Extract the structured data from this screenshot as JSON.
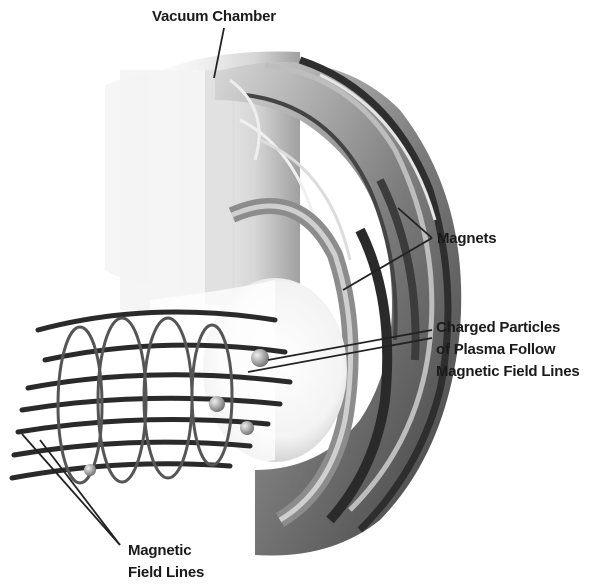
{
  "labels": {
    "vacuum_chamber": "Vacuum Chamber",
    "magnets": "Magnets",
    "charged_particles": [
      "Charged Particles",
      "of Plasma Follow",
      "Magnetic Field Lines"
    ],
    "magnetic_field_lines": [
      "Magnetic",
      "Field Lines"
    ]
  },
  "colors": {
    "text": "#1a1a1a",
    "leader": "#222222",
    "chamber_light": "#f2f2f2",
    "chamber_shade": "#9a9a9a",
    "magnet_dark": "#3a3a3a",
    "field_line": "#2a2a2a",
    "particle": "#8a8a8a"
  }
}
